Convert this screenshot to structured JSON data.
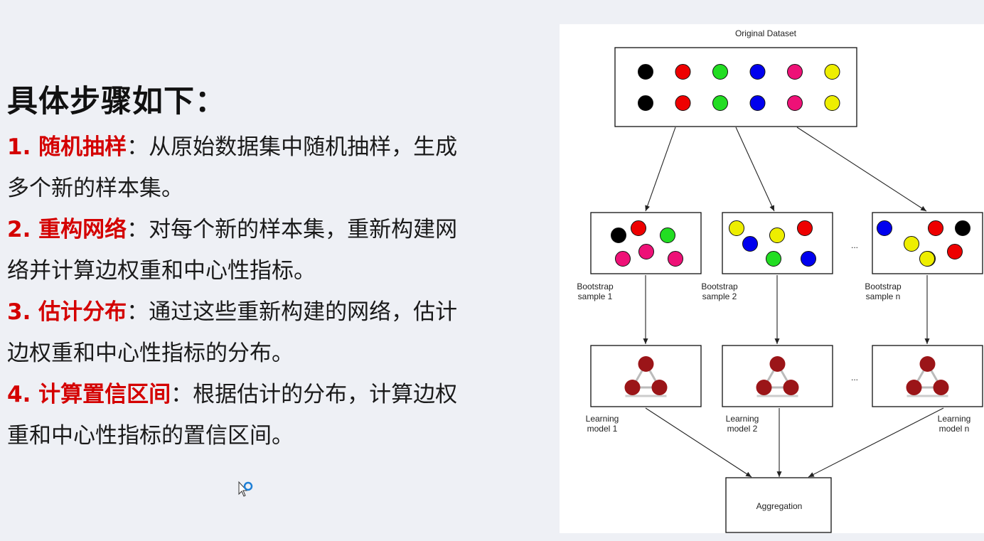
{
  "heading": "具体步骤如下：",
  "steps": [
    {
      "num": "1. ",
      "key": "随机抽样",
      "sep": "：",
      "line1": "从原始数据集中随机抽样，生成",
      "line2": "多个新的样本集。"
    },
    {
      "num": "2. ",
      "key": "重构网络",
      "sep": "：",
      "line1": "对每个新的样本集，重新构建网",
      "line2": "络并计算边权重和中心性指标。"
    },
    {
      "num": "3. ",
      "key": "估计分布",
      "sep": "：",
      "line1": "通过这些重新构建的网络，估计",
      "line2": "边权重和中心性指标的分布。"
    },
    {
      "num": "4. ",
      "key": "计算置信区间",
      "sep": "：",
      "line1": "根据估计的分布，计算边权",
      "line2": "重和中心性指标的置信区间。"
    }
  ],
  "diagram": {
    "original_label": "Original Dataset",
    "original_dot_colors": [
      "#000000",
      "#ee0000",
      "#22dd22",
      "#0000ee",
      "#ee1177",
      "#eeee00"
    ],
    "bootstrap_labels": [
      {
        "line1": "Bootstrap",
        "line2": "sample 1"
      },
      {
        "line1": "Bootstrap",
        "line2": "sample 2"
      },
      {
        "line1": "Bootstrap",
        "line2": "sample n"
      }
    ],
    "model_labels": [
      {
        "line1": "Learning",
        "line2": "model 1"
      },
      {
        "line1": "Learning",
        "line2": "model 2"
      },
      {
        "line1": "Learning",
        "line2": "model n"
      }
    ],
    "ellipsis": "...",
    "aggregation_label": "Aggregation",
    "sample_dot_colors": [
      [
        "#000000",
        "#ee0000",
        "#22dd22",
        "#ee1177",
        "#ee1177",
        "#ee1177"
      ],
      [
        "#eeee00",
        "#0000ee",
        "#eeee00",
        "#ee0000",
        "#22dd22",
        "#0000ee"
      ],
      [
        "#0000ee",
        "#eeee00",
        "#ee0000",
        "#000000",
        "#eeee00",
        "#ee0000",
        "#eeee00"
      ]
    ],
    "model_node_color": "#9b1518"
  }
}
